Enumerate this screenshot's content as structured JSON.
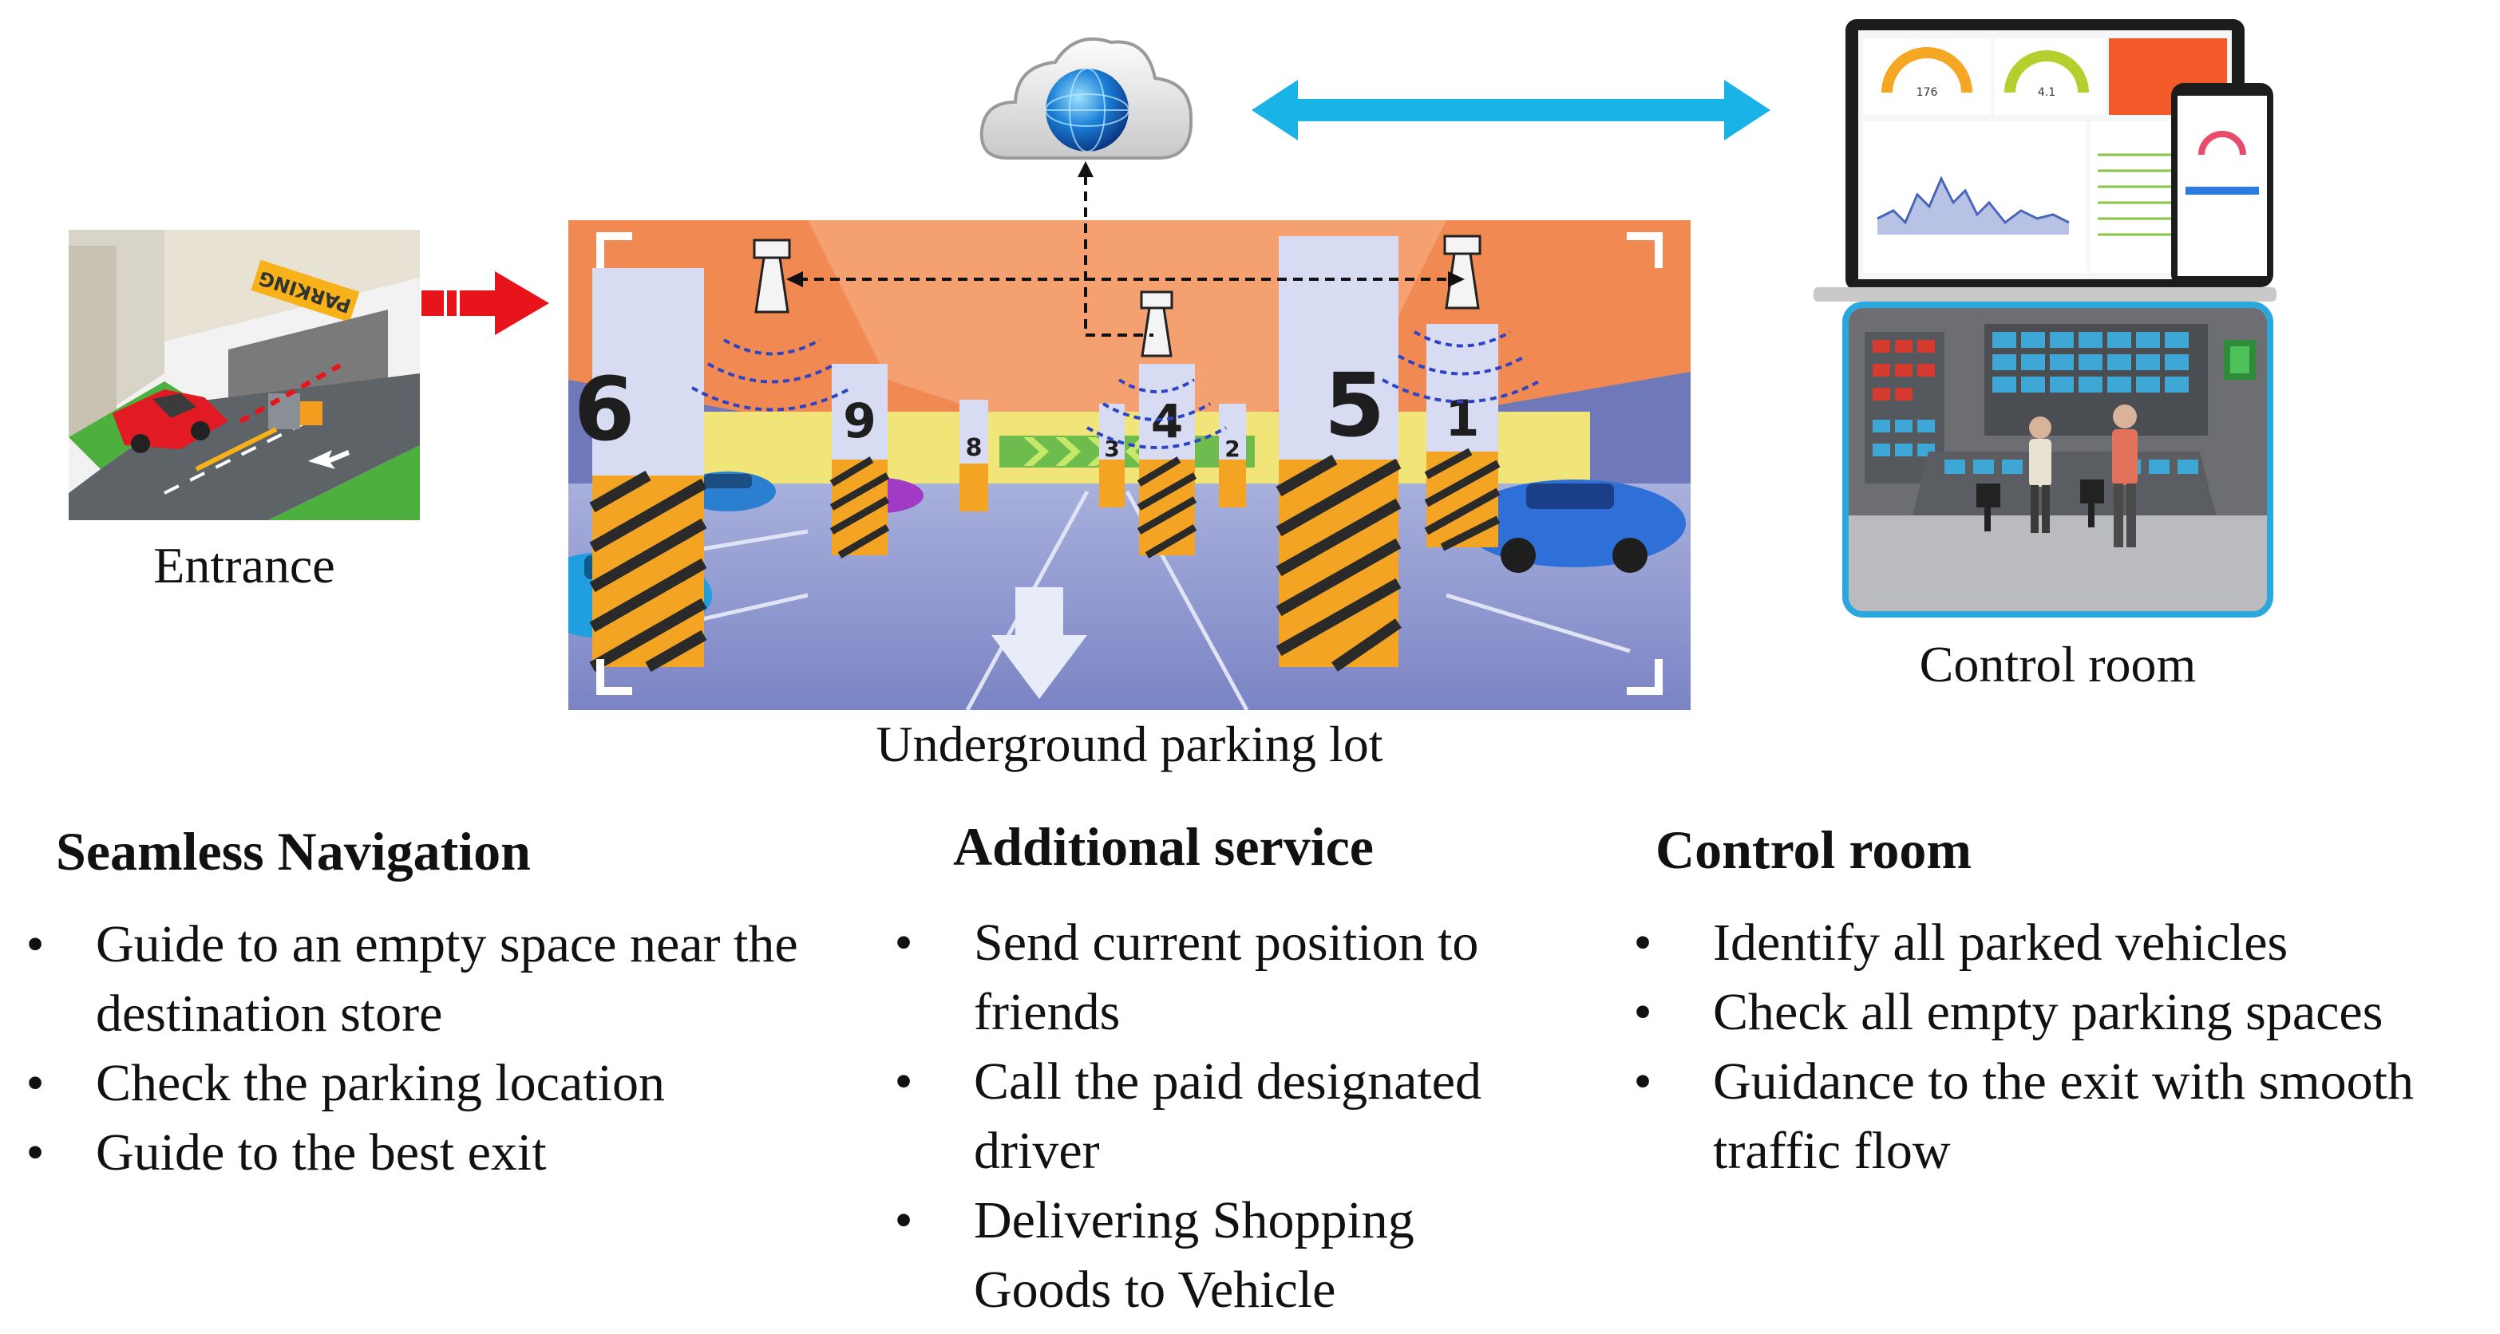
{
  "captions": {
    "entrance": "Entrance",
    "parking_lot": "Underground parking lot",
    "control_room": "Control room"
  },
  "entrance_sign": "PARKING",
  "pillar_numbers": [
    "6",
    "9",
    "8",
    "3",
    "4",
    "2",
    "5",
    "1"
  ],
  "dashboard": {
    "gauge_1": "176",
    "gauge_2": "4.1"
  },
  "sections": [
    {
      "title": "Seamless Navigation",
      "items": [
        {
          "line1": "Guide to an empty space near the",
          "line2": "destination store"
        },
        {
          "line1": "Check the parking location",
          "line2": ""
        },
        {
          "line1": "Guide to the best exit",
          "line2": ""
        }
      ]
    },
    {
      "title": "Additional service",
      "items": [
        {
          "line1": "Send current position to",
          "line2": "friends"
        },
        {
          "line1": "Call the paid designated",
          "line2": "driver"
        },
        {
          "line1": "Delivering Shopping",
          "line2": "Goods to Vehicle"
        }
      ]
    },
    {
      "title": "Control room",
      "items": [
        {
          "line1": "Identify all parked vehicles",
          "line2": ""
        },
        {
          "line1": "Check all empty parking spaces",
          "line2": ""
        },
        {
          "line1": "Guidance to the exit with smooth",
          "line2": "traffic flow"
        }
      ]
    }
  ],
  "bullet_symbol": "•",
  "colors": {
    "entrance_arrow": "#e8141b",
    "link_arrow": "#1ab3e8",
    "screen_border": "#2aa7dc"
  }
}
